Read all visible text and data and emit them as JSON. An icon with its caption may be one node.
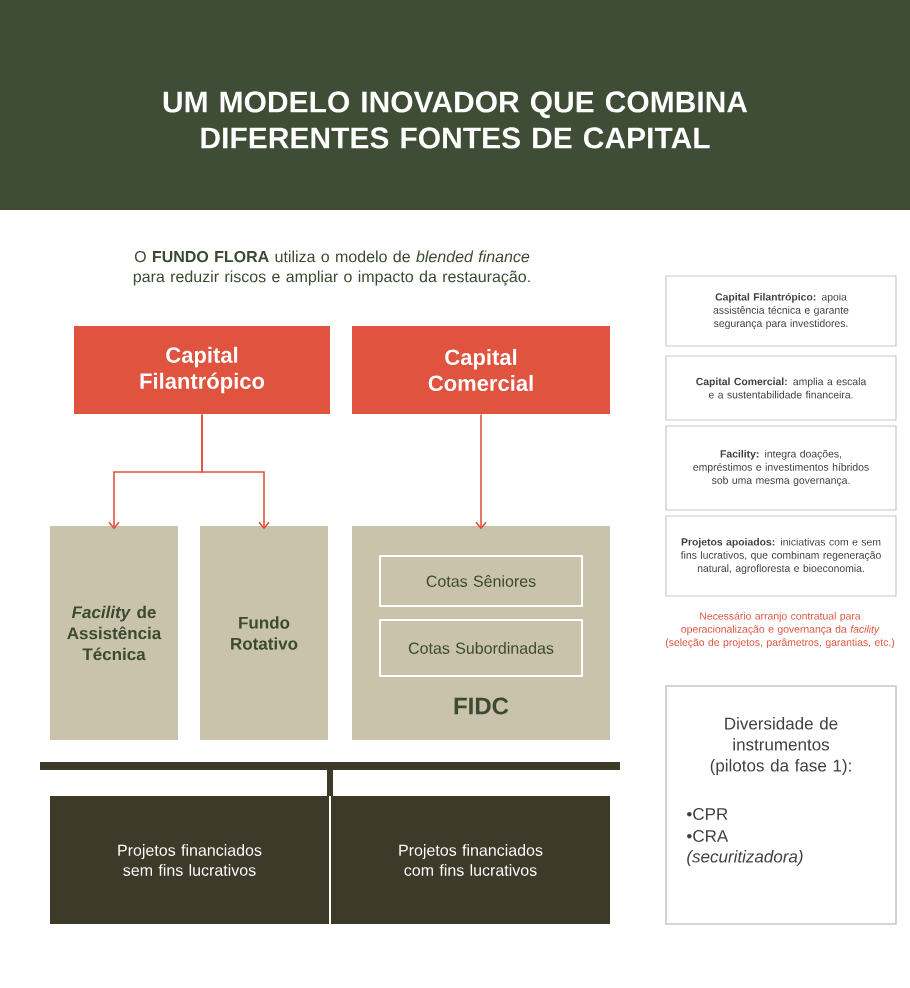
{
  "diagram": {
    "title": "UM MODELO INOVADOR QUE COMBINA DIFERENTES FONTES DE CAPITAL",
    "nodes": [
      {
        "text": [
          "Capital Filantrópico"
        ]
      },
      {
        "text": [
          "Capital Comercial"
        ]
      },
      {
        "text": [
          "*Facility* de Assistência Técnica"
        ]
      },
      {
        "text": [
          "Fundo Rotativo"
        ]
      },
      {
        "text": [
          "FIDC"
        ]
      },
      {
        "text": [
          "Cotas Sêniores"
        ],
        "in": 4
      },
      {
        "text": [
          "Cotas Subordinadas"
        ],
        "in": 4
      },
      {
        "text": [
          "Projetos financiados sem fins lucrativos"
        ]
      },
      {
        "text": [
          "Projetos financiados com fins lucrativos"
        ]
      },
      {
        "text": [
          "**Capital Filantrópico:** apoia assistência técnica e garante segurança para investidores."
        ]
      },
      {
        "text": [
          "**Capital Comercial:** amplia a escala e a sustentabilidade financeira."
        ]
      },
      {
        "text": [
          "**Facility:** integra doações, empréstimos e investimentos híbridos sob uma mesma governança."
        ]
      },
      {
        "text": [
          "**Projetos apoiados:** iniciativas com e sem fins lucrativos, que combinam regeneração natural, agrofloresta e bioeconomia."
        ]
      },
      {
        "text": [
          "Diversidade de instrumentos (pilotos da fase 1):",
          "•CPR",
          "•CRA",
          "(securitizadora)"
        ]
      }
    ],
    "edges": [
      {
        "from": 0,
        "to": 2,
        "arrow": "to"
      },
      {
        "from": 0,
        "to": 3,
        "arrow": "to"
      },
      {
        "from": 1,
        "to": 4,
        "arrow": "to"
      }
    ],
    "labels": [
      "O **FUNDO FLORA** utiliza o modelo de *blended finance* para reduzir riscos e ampliar o impacto da restauração.",
      "Necessário arranjo contratual para operacionalização e governança da *facility* (seleção de projetos, parâmetros, garantias, etc.)"
    ]
  }
}
